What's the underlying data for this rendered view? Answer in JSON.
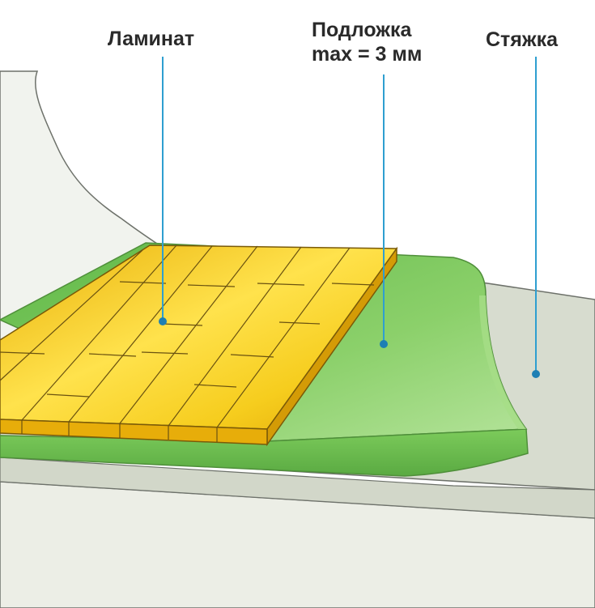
{
  "labels": {
    "laminate": "Ламинат",
    "underlay_line1": "Подложка",
    "underlay_line2": "max = 3 мм",
    "screed": "Стяжка"
  },
  "colors": {
    "wall": "#f1f3ee",
    "wall_outline": "#6d716a",
    "screed_top": "#d7dccf",
    "screed_front": "#eceee6",
    "underlay_top": "#8fd06a",
    "underlay_edge": "#6bbf4e",
    "laminate_top": "#f3c20c",
    "laminate_light": "#ffe86a",
    "laminate_edge": "#d39a06",
    "plank_line": "#5a4a10",
    "leader": "#2e9fd0",
    "text": "#2a2a2a"
  }
}
